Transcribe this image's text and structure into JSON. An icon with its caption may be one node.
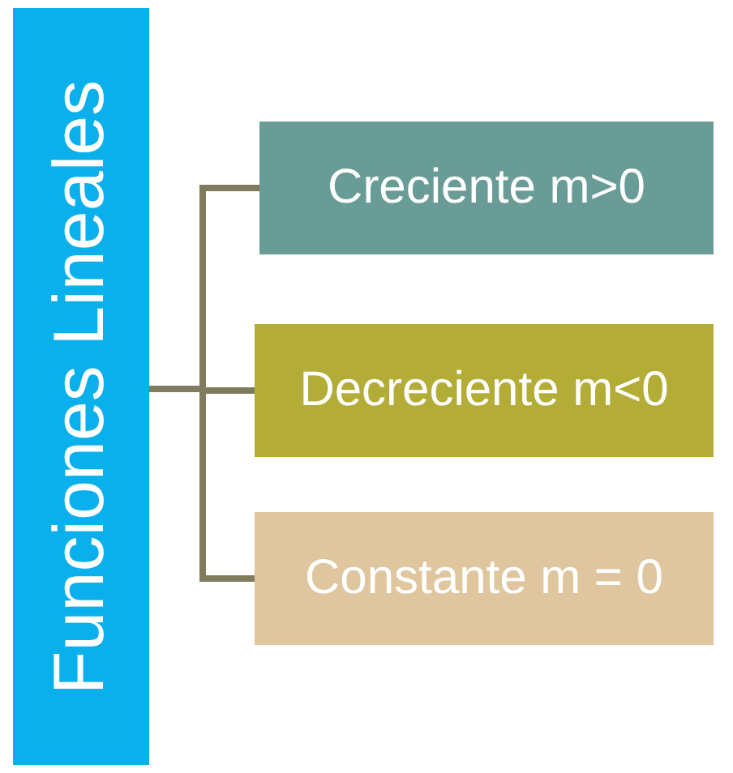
{
  "diagram": {
    "nodes": [
      {
        "text": [
          "Funciones Lineales"
        ]
      },
      {
        "text": [
          "Creciente m>0"
        ]
      },
      {
        "text": [
          "Decreciente m<0"
        ]
      },
      {
        "text": [
          "Constante m = 0"
        ]
      }
    ],
    "edges": [
      {
        "from": 0,
        "to": 1,
        "arrow": "none"
      },
      {
        "from": 0,
        "to": 2,
        "arrow": "none"
      },
      {
        "from": 0,
        "to": 3,
        "arrow": "none"
      }
    ]
  }
}
